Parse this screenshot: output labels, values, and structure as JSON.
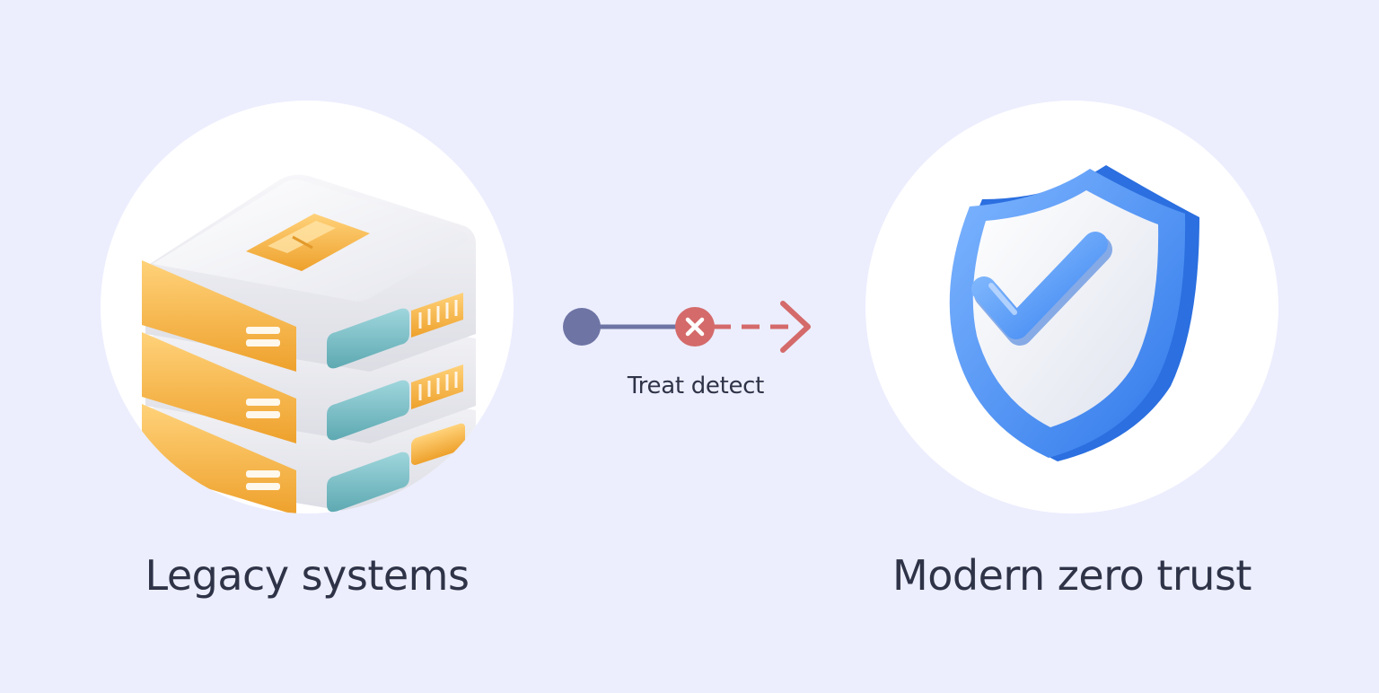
{
  "diagram": {
    "left_node": {
      "label": "Legacy systems",
      "icon": "server-stack-icon"
    },
    "right_node": {
      "label": "Modern zero trust",
      "icon": "shield-check-icon"
    },
    "connector": {
      "label": "Treat detect",
      "blocked_icon": "x-circle-icon",
      "arrow_icon": "arrow-right-icon"
    }
  },
  "colors": {
    "background": "#eceefe",
    "circle": "#ffffff",
    "text": "#2f3347",
    "line_solid": "#6e74a4",
    "line_blocked": "#d46a6a",
    "shield_blue": "#4a8ef0",
    "server_orange": "#f2b340",
    "server_teal": "#78bcc4"
  }
}
